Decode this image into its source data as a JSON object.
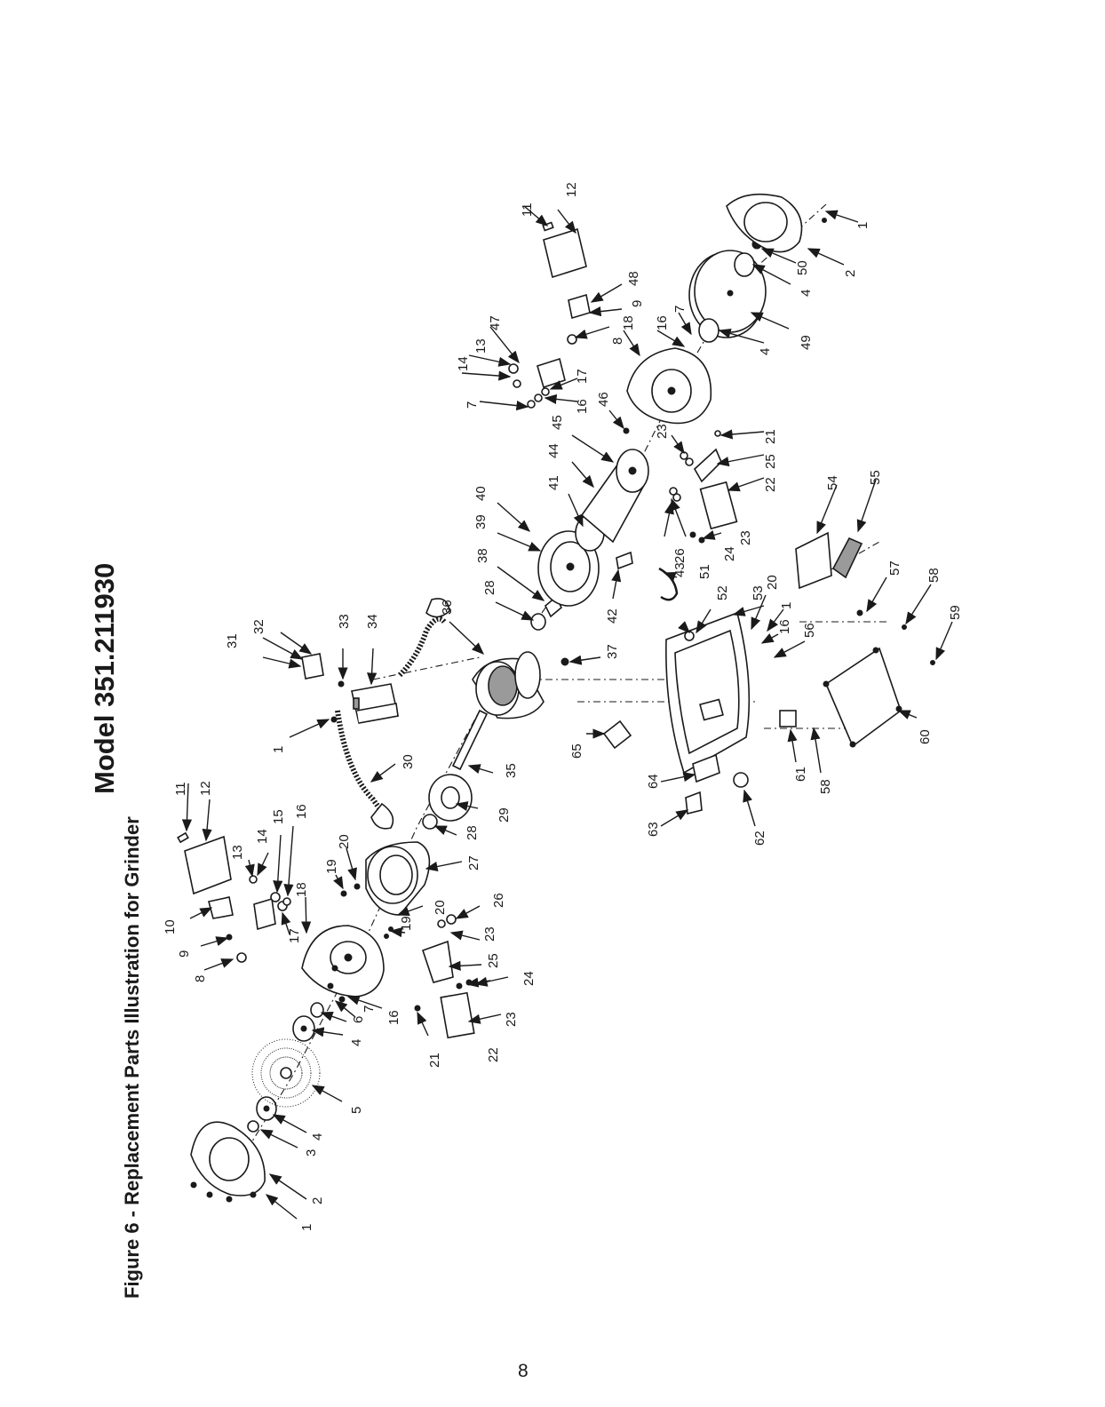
{
  "header": {
    "model_title": "Model 351.211930",
    "figure_title": "Figure 6 - Replacement Parts Illustration for Grinder"
  },
  "footer": {
    "page_number": "8"
  },
  "callouts": [
    "1",
    "2",
    "3",
    "4",
    "5",
    "6",
    "7",
    "8",
    "9",
    "10",
    "11",
    "12",
    "13",
    "14",
    "15",
    "16",
    "17",
    "18",
    "19",
    "20",
    "21",
    "22",
    "23",
    "24",
    "25",
    "26",
    "27",
    "28",
    "29",
    "30",
    "31",
    "32",
    "33",
    "34",
    "35",
    "36",
    "37",
    "38",
    "39",
    "40",
    "41",
    "42",
    "43",
    "44",
    "45",
    "46",
    "47",
    "48",
    "49",
    "50",
    "51",
    "52",
    "53",
    "54",
    "55",
    "56",
    "57",
    "58",
    "59",
    "60",
    "61",
    "62",
    "63",
    "64",
    "65"
  ]
}
